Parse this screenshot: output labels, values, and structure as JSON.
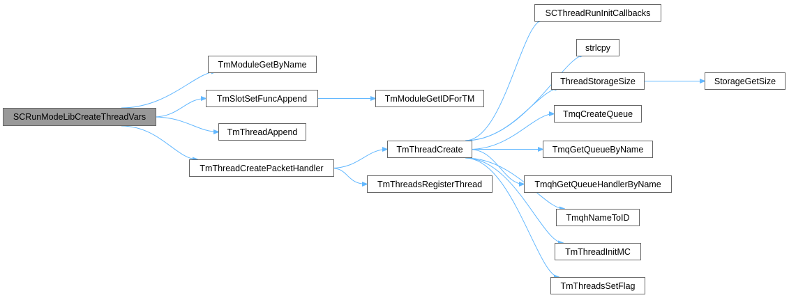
{
  "graph": {
    "edge_color": "#63b8ff",
    "root_fill": "#999999",
    "node_border": "#666666",
    "nodes": [
      {
        "id": "root",
        "label": "SCRunModeLibCreateThreadVars"
      },
      {
        "id": "modget",
        "label": "TmModuleGetByName"
      },
      {
        "id": "slotappend",
        "label": "TmSlotSetFuncAppend"
      },
      {
        "id": "modgetid",
        "label": "TmModuleGetIDForTM"
      },
      {
        "id": "thappend",
        "label": "TmThreadAppend"
      },
      {
        "id": "createph",
        "label": "TmThreadCreatePacketHandler"
      },
      {
        "id": "create",
        "label": "TmThreadCreate"
      },
      {
        "id": "register",
        "label": "TmThreadsRegisterThread"
      },
      {
        "id": "runinit",
        "label": "SCThreadRunInitCallbacks"
      },
      {
        "id": "strlcpy",
        "label": "strlcpy"
      },
      {
        "id": "storsize",
        "label": "ThreadStorageSize"
      },
      {
        "id": "storget",
        "label": "StorageGetSize"
      },
      {
        "id": "tmqcreate",
        "label": "TmqCreateQueue"
      },
      {
        "id": "tmqget",
        "label": "TmqGetQueueByName"
      },
      {
        "id": "tmqhget",
        "label": "TmqhGetQueueHandlerByName"
      },
      {
        "id": "tmqhname",
        "label": "TmqhNameToID"
      },
      {
        "id": "initmc",
        "label": "TmThreadInitMC"
      },
      {
        "id": "setflag",
        "label": "TmThreadsSetFlag"
      }
    ],
    "edges": [
      {
        "from": "root",
        "to": "modget"
      },
      {
        "from": "root",
        "to": "slotappend"
      },
      {
        "from": "root",
        "to": "thappend"
      },
      {
        "from": "root",
        "to": "createph"
      },
      {
        "from": "slotappend",
        "to": "modgetid"
      },
      {
        "from": "createph",
        "to": "create"
      },
      {
        "from": "createph",
        "to": "register"
      },
      {
        "from": "create",
        "to": "runinit"
      },
      {
        "from": "create",
        "to": "strlcpy"
      },
      {
        "from": "create",
        "to": "storsize"
      },
      {
        "from": "create",
        "to": "tmqcreate"
      },
      {
        "from": "create",
        "to": "tmqget"
      },
      {
        "from": "create",
        "to": "tmqhget"
      },
      {
        "from": "create",
        "to": "tmqhname"
      },
      {
        "from": "create",
        "to": "initmc"
      },
      {
        "from": "create",
        "to": "setflag"
      },
      {
        "from": "storsize",
        "to": "storget"
      }
    ]
  }
}
